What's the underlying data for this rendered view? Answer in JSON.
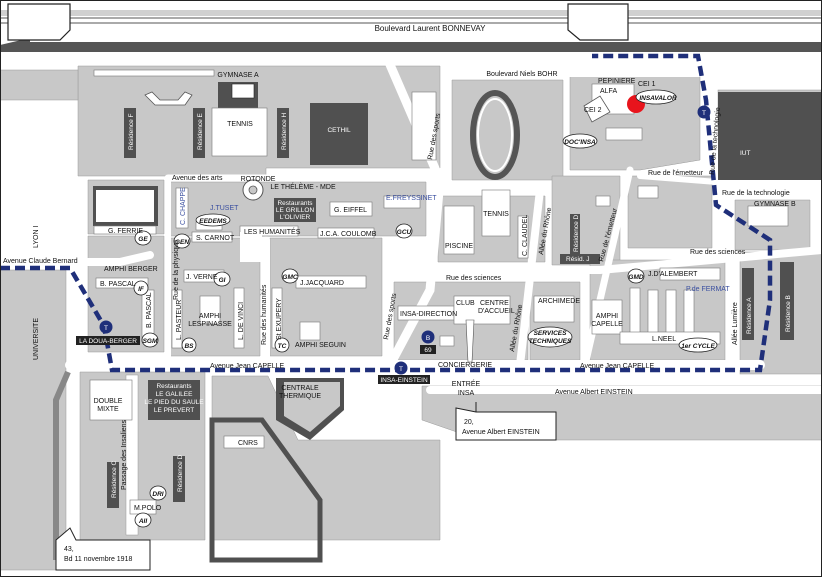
{
  "streets": {
    "bd_bonnevay": "Boulevard Laurent BONNEVAY",
    "bd_bohr": "Boulevard Niels BOHR",
    "av_claude_bernard": "Avenue Claude Bernard",
    "av_des_arts": "Avenue des arts",
    "av_jean_capelle_left": "Avenue Jean CAPELLE",
    "av_jean_capelle_right": "Avenue Jean CAPELLE",
    "av_einstein": "Avenue Albert EINSTEIN",
    "rue_physique": "Rue de la physique",
    "rue_humanites": "Rue des humanités",
    "rue_sports_top": "Rue des sports",
    "rue_sports_bottom": "Rue des sports",
    "rue_sciences_left": "Rue des sciences",
    "rue_sciences_right": "Rue des sciences",
    "allee_rhone_top": "Allée du Rhône",
    "allee_rhone_bottom": "Allée du Rhône",
    "rue_emetteur_top": "Rue de l'émetteur",
    "rue_emetteur_mid": "Rue de l'émetteur",
    "rue_technologie_v": "Rue de la technologie",
    "rue_technologie_h": "Rue de la technologie",
    "passage_insoliens": "Passage des Insaliens",
    "allee_lumiere": "Allée Lumière",
    "entree_line1": "ENTRÉE",
    "entree_line2": "INSA"
  },
  "buildings": {
    "gymnase_a": "GYMNASE A",
    "tennis_top": "TENNIS",
    "cethil": "CETHIL",
    "residence_f": "Résidence F",
    "residence_e": "Résidence E",
    "residence_h": "Résidence H",
    "rotonde": "ROTONDE",
    "theleme": "LE THÉLÈME - MDE",
    "restaurants_1": "Restaurants",
    "restaurants_1b": "LE GRILLON",
    "restaurants_1c": "L'OLIVIER",
    "c_chappe": "C. CHAPPE",
    "j_tuset": "J.TUSET",
    "eedems": "EEDEMS",
    "s_carnot": "S. CARNOT",
    "g_eiffel": "G. EIFFEL",
    "e_freyssinet": "E.FREYSSINET",
    "les_humanites": "LES HUMANITÉS",
    "jca_coulomb": "J.C.A. COULOMB",
    "g_ferrie": "G. FERRIE",
    "amphi_berger": "AMPHI BERGER",
    "j_verne": "J. VERNE",
    "b_pascal": "B. PASCAL",
    "b_pascal_v": "B. PASCAL",
    "jjacquard": "J.JACQUARD",
    "l_pasteur": "L. PASTEUR",
    "amphi_lespinasse_1": "AMPHI",
    "amphi_lespinasse_2": "LESPINASSE",
    "l_de_vinci": "L. DE VINCI",
    "st_exupery": "St EXUPERY",
    "amphi_seguin": "AMPHI SEGUIN",
    "universite": "UNIVERSITE",
    "lyon_1": "LYON I",
    "piscine": "PISCINE",
    "tennis_mid": "TENNIS",
    "c_claudel": "C. CLAUDEL",
    "residence_d": "Résidence D",
    "resid_j": "Résid. J",
    "pepiniere": "PEPINIERE",
    "alfa": "ALFA",
    "cei1": "CEI 1",
    "cei2": "CEI 2",
    "insavalor": "INSAVALOR",
    "doc_insa": "DOC'INSA",
    "iut": "IUT",
    "gymnase_b": "GYMNASE B",
    "j_dalembert": "J.D'ALEMBERT",
    "p_de_fermat": "P.de FERMAT",
    "residence_a": "Résidence A",
    "residence_b": "Résidence B",
    "insa_direction": "INSA-DIRECTION",
    "club": "CLUB",
    "centre_accueil_1": "CENTRE",
    "centre_accueil_2": "D'ACCUEIL",
    "archimede": "ARCHIMEDE",
    "services_tech_1": "SERVICES",
    "services_tech_2": "TECHNIQUES",
    "amphi_capelle_1": "AMPHI",
    "amphi_capelle_2": "CAPELLE",
    "l_neel": "L.NEEL",
    "first_cycle": "1er CYCLE",
    "conciergerie": "CONCIERGERIE",
    "centrale_thermique_1": "CENTRALE",
    "centrale_thermique_2": "THERMIQUE",
    "double_mixte_1": "DOUBLE",
    "double_mixte_2": "MIXTE",
    "restaurants_2": "Restaurants",
    "restaurants_2b": "LE GALILEE",
    "restaurants_2c": "LE PIED DU SAULE",
    "restaurants_2d": "LE PREVERT",
    "cnrs": "CNRS",
    "residence_c": "Résidence C",
    "residence_d2": "Résidence D",
    "m_polo": "M.POLO"
  },
  "badges": {
    "ge": "GE",
    "gen": "GEN",
    "gi": "GI",
    "gmc1": "GMC",
    "gcu": "GCU",
    "if": "IF",
    "bs": "BS",
    "tc": "TC",
    "sgm": "SGM",
    "gmd": "GMD",
    "dri": "DRI",
    "ai": "AII"
  },
  "transit": {
    "tram_symbol": "T",
    "bus_symbol": "B",
    "bus_line": "69",
    "stop_doua_berger": "LA DOUA-BERGER",
    "stop_insa_einstein": "INSA-EINSTEIN"
  },
  "addresses": {
    "einstein_num": "20,",
    "einstein_street": "Avenue Albert EINSTEIN",
    "bd11_num": "43,",
    "bd11_street": "Bd 11 novembre 1918"
  },
  "colors": {
    "block_gray": "#c8c8c8",
    "dark_gray": "#505050",
    "road": "#ffffff",
    "tram_line": "#1f2f7a",
    "marker": "#e8141c"
  }
}
